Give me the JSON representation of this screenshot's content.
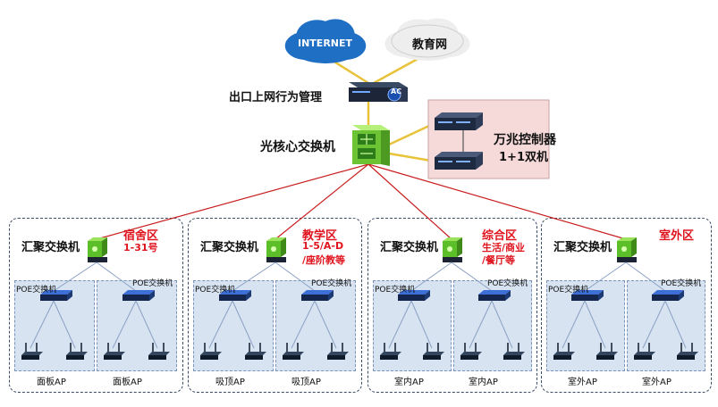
{
  "top": {
    "internet_label": "INTERNET",
    "edu_label": "教育网",
    "gateway_label": "出口上网行为管理",
    "gateway_badge": "AC",
    "core_label": "光核心交换机",
    "controller_label_line1": "万兆控制器",
    "controller_label_line2": "1+1双机"
  },
  "colors": {
    "internet_cloud": "#1f6fc4",
    "edu_cloud": "#eeeeee",
    "uplink_line": "#e8c33a",
    "downlink_line": "#c81e1e",
    "controller_box": "#f6d9d9",
    "core_switch": "#7fcf3f",
    "zone_title": "#e0141e"
  },
  "zones": [
    {
      "switch_label": "汇聚交换机",
      "title_lines": [
        "宿舍区",
        "1-31号"
      ],
      "poe_labels": [
        "POE交换机",
        "POE交换机"
      ],
      "ap_labels": [
        "面板AP",
        "面板AP"
      ]
    },
    {
      "switch_label": "汇聚交换机",
      "title_lines": [
        "教学区",
        "1-5/A-D",
        "/座阶教等"
      ],
      "poe_labels": [
        "POE交换机",
        "POE交换机"
      ],
      "ap_labels": [
        "吸顶AP",
        "吸顶AP"
      ]
    },
    {
      "switch_label": "汇聚交换机",
      "title_lines": [
        "综合区",
        "生活/商业",
        "/餐厅等"
      ],
      "poe_labels": [
        "POE交换机",
        "POE交换机"
      ],
      "ap_labels": [
        "室内AP",
        "室内AP"
      ]
    },
    {
      "switch_label": "汇聚交换机",
      "title_lines": [
        "室外区"
      ],
      "poe_labels": [
        "POE交换机",
        "POE交换机"
      ],
      "ap_labels": [
        "室外AP",
        "室外AP"
      ]
    }
  ]
}
